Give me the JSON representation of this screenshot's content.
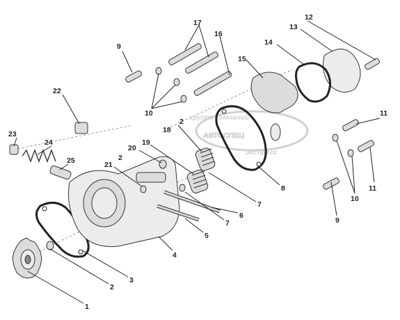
{
  "callouts": [
    "1",
    "2",
    "3",
    "4",
    "5",
    "6",
    "7",
    "8",
    "9",
    "10",
    "11",
    "12",
    "13",
    "14",
    "15",
    "16",
    "17",
    "18",
    "19",
    "20",
    "21",
    "22",
    "23",
    "24",
    "25"
  ],
  "watermark": {
    "line1": "группа компаний",
    "line2": "АВТОСПЕЦ",
    "line3": "Экспресс"
  }
}
